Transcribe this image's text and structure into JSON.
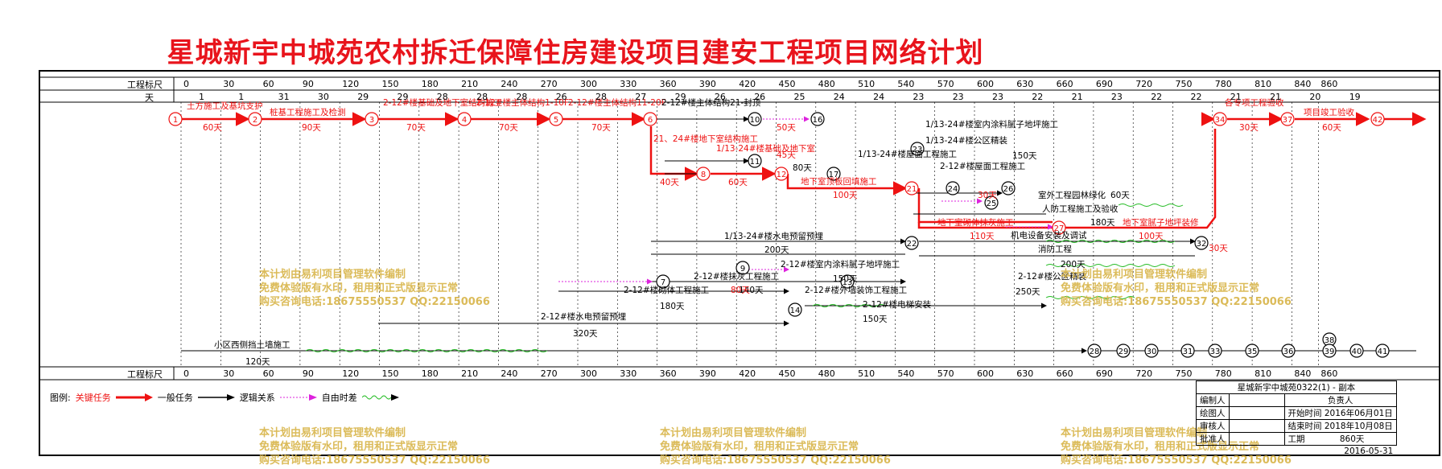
{
  "title": "星城新宇中城苑农村拆迁保障住房建设项目建安工程项目网络计划",
  "ruler": {
    "label_top": "工程标尺",
    "label_days": "天",
    "label_bottom": "工程标尺",
    "ticks": [
      "0",
      "30",
      "60",
      "90",
      "120",
      "150",
      "180",
      "210",
      "240",
      "270",
      "300",
      "330",
      "360",
      "390",
      "420",
      "450",
      "480",
      "510",
      "540",
      "570",
      "600",
      "630",
      "660",
      "690",
      "720",
      "750",
      "780",
      "810",
      "840",
      "860"
    ],
    "day_counts": [
      "1",
      "1",
      "31",
      "30",
      "29",
      "29",
      "28",
      "28",
      "28",
      "26",
      "28",
      "27",
      "29",
      "26",
      "26",
      "25",
      "24",
      "24",
      "23",
      "23",
      "23",
      "22",
      "21",
      "23",
      "22",
      "22",
      "21",
      "21",
      "20",
      "19"
    ]
  },
  "colors": {
    "critical": "#ee1111",
    "normal": "#000000",
    "free": "#dd22dd",
    "float": "#22bb22",
    "watermark": "#d8b448"
  },
  "nodes": [
    "1",
    "2",
    "3",
    "4",
    "5",
    "6",
    "7",
    "8",
    "9",
    "10",
    "11",
    "12",
    "13",
    "14",
    "16",
    "17",
    "21",
    "22",
    "23",
    "24",
    "25",
    "26",
    "27",
    "28",
    "29",
    "30",
    "31",
    "32",
    "33",
    "34",
    "35",
    "36",
    "37",
    "38",
    "39",
    "40",
    "41",
    "42"
  ],
  "tasks": {
    "t1": "土方施工及基坑支护",
    "t1d": "60天",
    "t2": "桩基工程施工及检测",
    "t2d": "90天",
    "t3": "2-12#楼基础及地下室结构施工",
    "t3d": "70天",
    "t4": "2-12#楼主体结构1-10F",
    "t4d": "70天",
    "t5": "2-12#楼主体结构11-20F",
    "t5d": "70天",
    "t6": "2-12#楼主体结构21-封顶",
    "t7": "21、24#楼地下室结构施工",
    "t7d": "40天",
    "t8": "1/13-24#楼基础及地下室",
    "t8d": "60天",
    "t9": "地下室顶板回填施工",
    "t9d": "100天",
    "t10": "地下室砌体抹灰施工",
    "t10d": "110天",
    "t11": "地下室腻子地坪装修",
    "t11d": "100天",
    "t12": "1/13-24#楼水电预留预埋",
    "t12d": "200天",
    "t13": "2-12#楼室内涂料腻子地坪施工",
    "t13d": "150天",
    "t14": "2-12#楼砌体工程施工",
    "t14d": "180天",
    "t15": "2-12#楼抹灰工程施工",
    "t16": "2-12#楼外墙装饰工程施工",
    "t16d": "140天",
    "t17": "2-12#楼公区精装",
    "t17d": "250天",
    "t18": "2-12#楼电梯安装",
    "t18d": "150天",
    "t19": "2-12#楼水电预留预埋",
    "t19d": "320天",
    "t20": "小区西侧挡土墙施工",
    "t20d": "120天",
    "t21": "1/13-24#楼室内涂料腻子地坪施工",
    "t22": "1/13-24#楼公区精装",
    "t22d": "150天",
    "t23": "室外工程园林绿化",
    "t23d": "60天",
    "t24": "人防工程施工及验收",
    "t25": "机电设备安装及调试",
    "t25d": "200天",
    "t26": "消防工程",
    "t26d": "180天",
    "t27": "各专项工程验收",
    "t27d": "30天",
    "t28": "项目竣工验收",
    "t28d": "60天",
    "t29": "1/13-24#楼屋面工程施工",
    "t29d": "80天",
    "t30": "2-12#楼屋面工程施工",
    "t30d": "30天",
    "t31": "50天",
    "t32": "45天",
    "t33": "80天",
    "t34": "30天"
  },
  "legend": {
    "label": "图例:",
    "critical": "关键任务",
    "normal": "一般任务",
    "logic": "逻辑关系",
    "free": "自由时差"
  },
  "info": {
    "project": "星城新宇中城苑0322(1) - 副本",
    "editor": "编制人",
    "owner": "负责人",
    "drawer": "绘图人",
    "start_label": "开始时间",
    "start": "2016年06月01日",
    "reviewer": "审核人",
    "end_label": "结束时间",
    "end": "2018年10月08日",
    "approver": "批准人",
    "duration_label": "工期",
    "duration": "860天",
    "date": "2016-05-31"
  },
  "watermark": {
    "line1": "本计划由易利项目管理软件编制",
    "line2": "免费体验版有水印，租用和正式版显示正常",
    "line3": "购买咨询电话:18675550537 QQ:22150066"
  }
}
